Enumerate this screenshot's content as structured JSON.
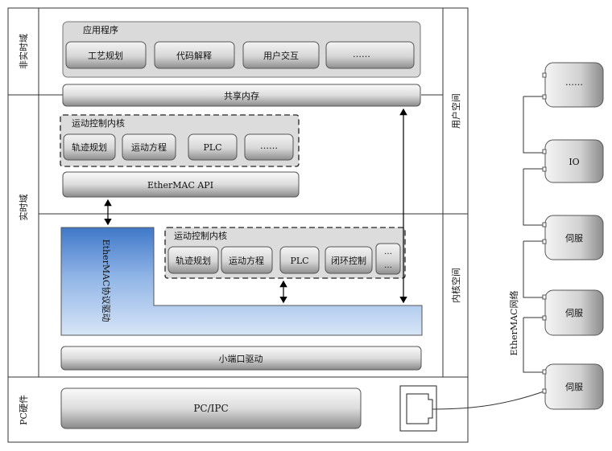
{
  "regions": {
    "non_realtime": "非实时域",
    "realtime": "实时域",
    "user_space": "用户空间",
    "kernel_space": "内核空间",
    "pc_hardware": "PC硬件"
  },
  "apps": {
    "title": "应用程序",
    "items": [
      "工艺规划",
      "代码解释",
      "用户交互",
      "……"
    ]
  },
  "shared_memory": "共享内存",
  "motion_kernel_user": {
    "title": "运动控制内核",
    "items": [
      "轨迹规划",
      "运动方程",
      "PLC",
      "……"
    ]
  },
  "ethermac_api": "EtherMAC API",
  "ethermac_driver": "EtherMAC协议驱动",
  "motion_kernel_kernel": {
    "title": "运动控制内核",
    "items": [
      "轨迹规划",
      "运动方程",
      "PLC",
      "闭环控制"
    ],
    "more_top": "…",
    "more_bottom": "…"
  },
  "port_driver": "小端口驱动",
  "pc_ipc": "PC/IPC",
  "network": {
    "label": "EtherMAC网络",
    "devices": [
      "……",
      "IO",
      "伺服",
      "伺服",
      "伺服"
    ]
  }
}
